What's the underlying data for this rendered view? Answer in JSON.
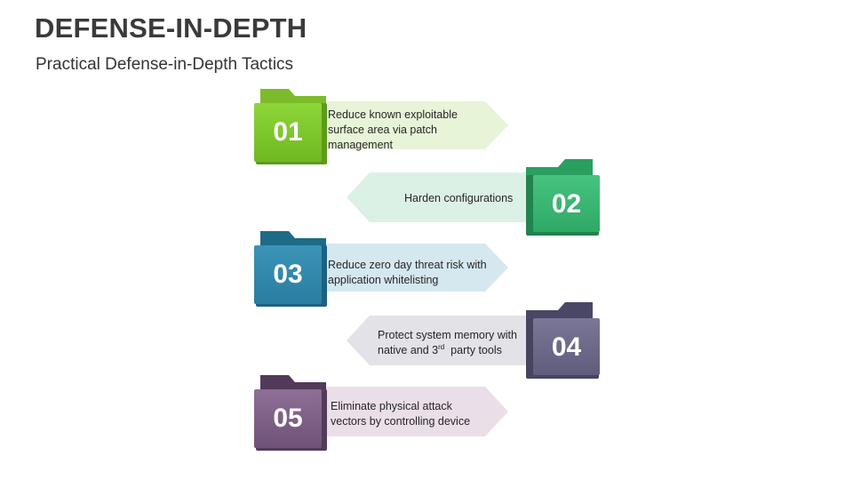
{
  "header": {
    "title": "DEFENSE-IN-DEPTH",
    "subtitle": "Practical Defense-in-Depth Tactics"
  },
  "steps": [
    {
      "number": "01",
      "text": "Reduce known exploitable surface area via patch management",
      "side": "left",
      "colors": {
        "tab": "#7dbb2a",
        "body_top": "#8ed63a",
        "body_bottom": "#6fb820",
        "shadow": "#5e9a1c",
        "arrow": "#e8f4d8"
      }
    },
    {
      "number": "02",
      "text": "Harden configurations",
      "side": "right",
      "colors": {
        "tab": "#2a9f60",
        "body_top": "#46c47f",
        "body_bottom": "#2fa866",
        "shadow": "#23834f",
        "arrow": "#dcf1e6"
      }
    },
    {
      "number": "03",
      "text": "Reduce zero day threat risk with application whitelisting",
      "side": "left",
      "colors": {
        "tab": "#1d6b87",
        "body_top": "#3b94b8",
        "body_bottom": "#2a7d9f",
        "shadow": "#1d6180",
        "arrow": "#d5e8f0"
      }
    },
    {
      "number": "04",
      "text_before": "Protect system memory with native and 3",
      "text_sup": "rd",
      "text_after": "  party tools",
      "side": "right",
      "colors": {
        "tab": "#4a4766",
        "body_top": "#7a7797",
        "body_bottom": "#5f5c7d",
        "shadow": "#47445f",
        "arrow": "#e2e2e8"
      }
    },
    {
      "number": "05",
      "text": "Eliminate physical attack vectors by controlling device",
      "side": "left",
      "colors": {
        "tab": "#523a5a",
        "body_top": "#8f6f96",
        "body_bottom": "#6f5276",
        "shadow": "#533b5a",
        "arrow": "#eadfe9"
      }
    }
  ]
}
